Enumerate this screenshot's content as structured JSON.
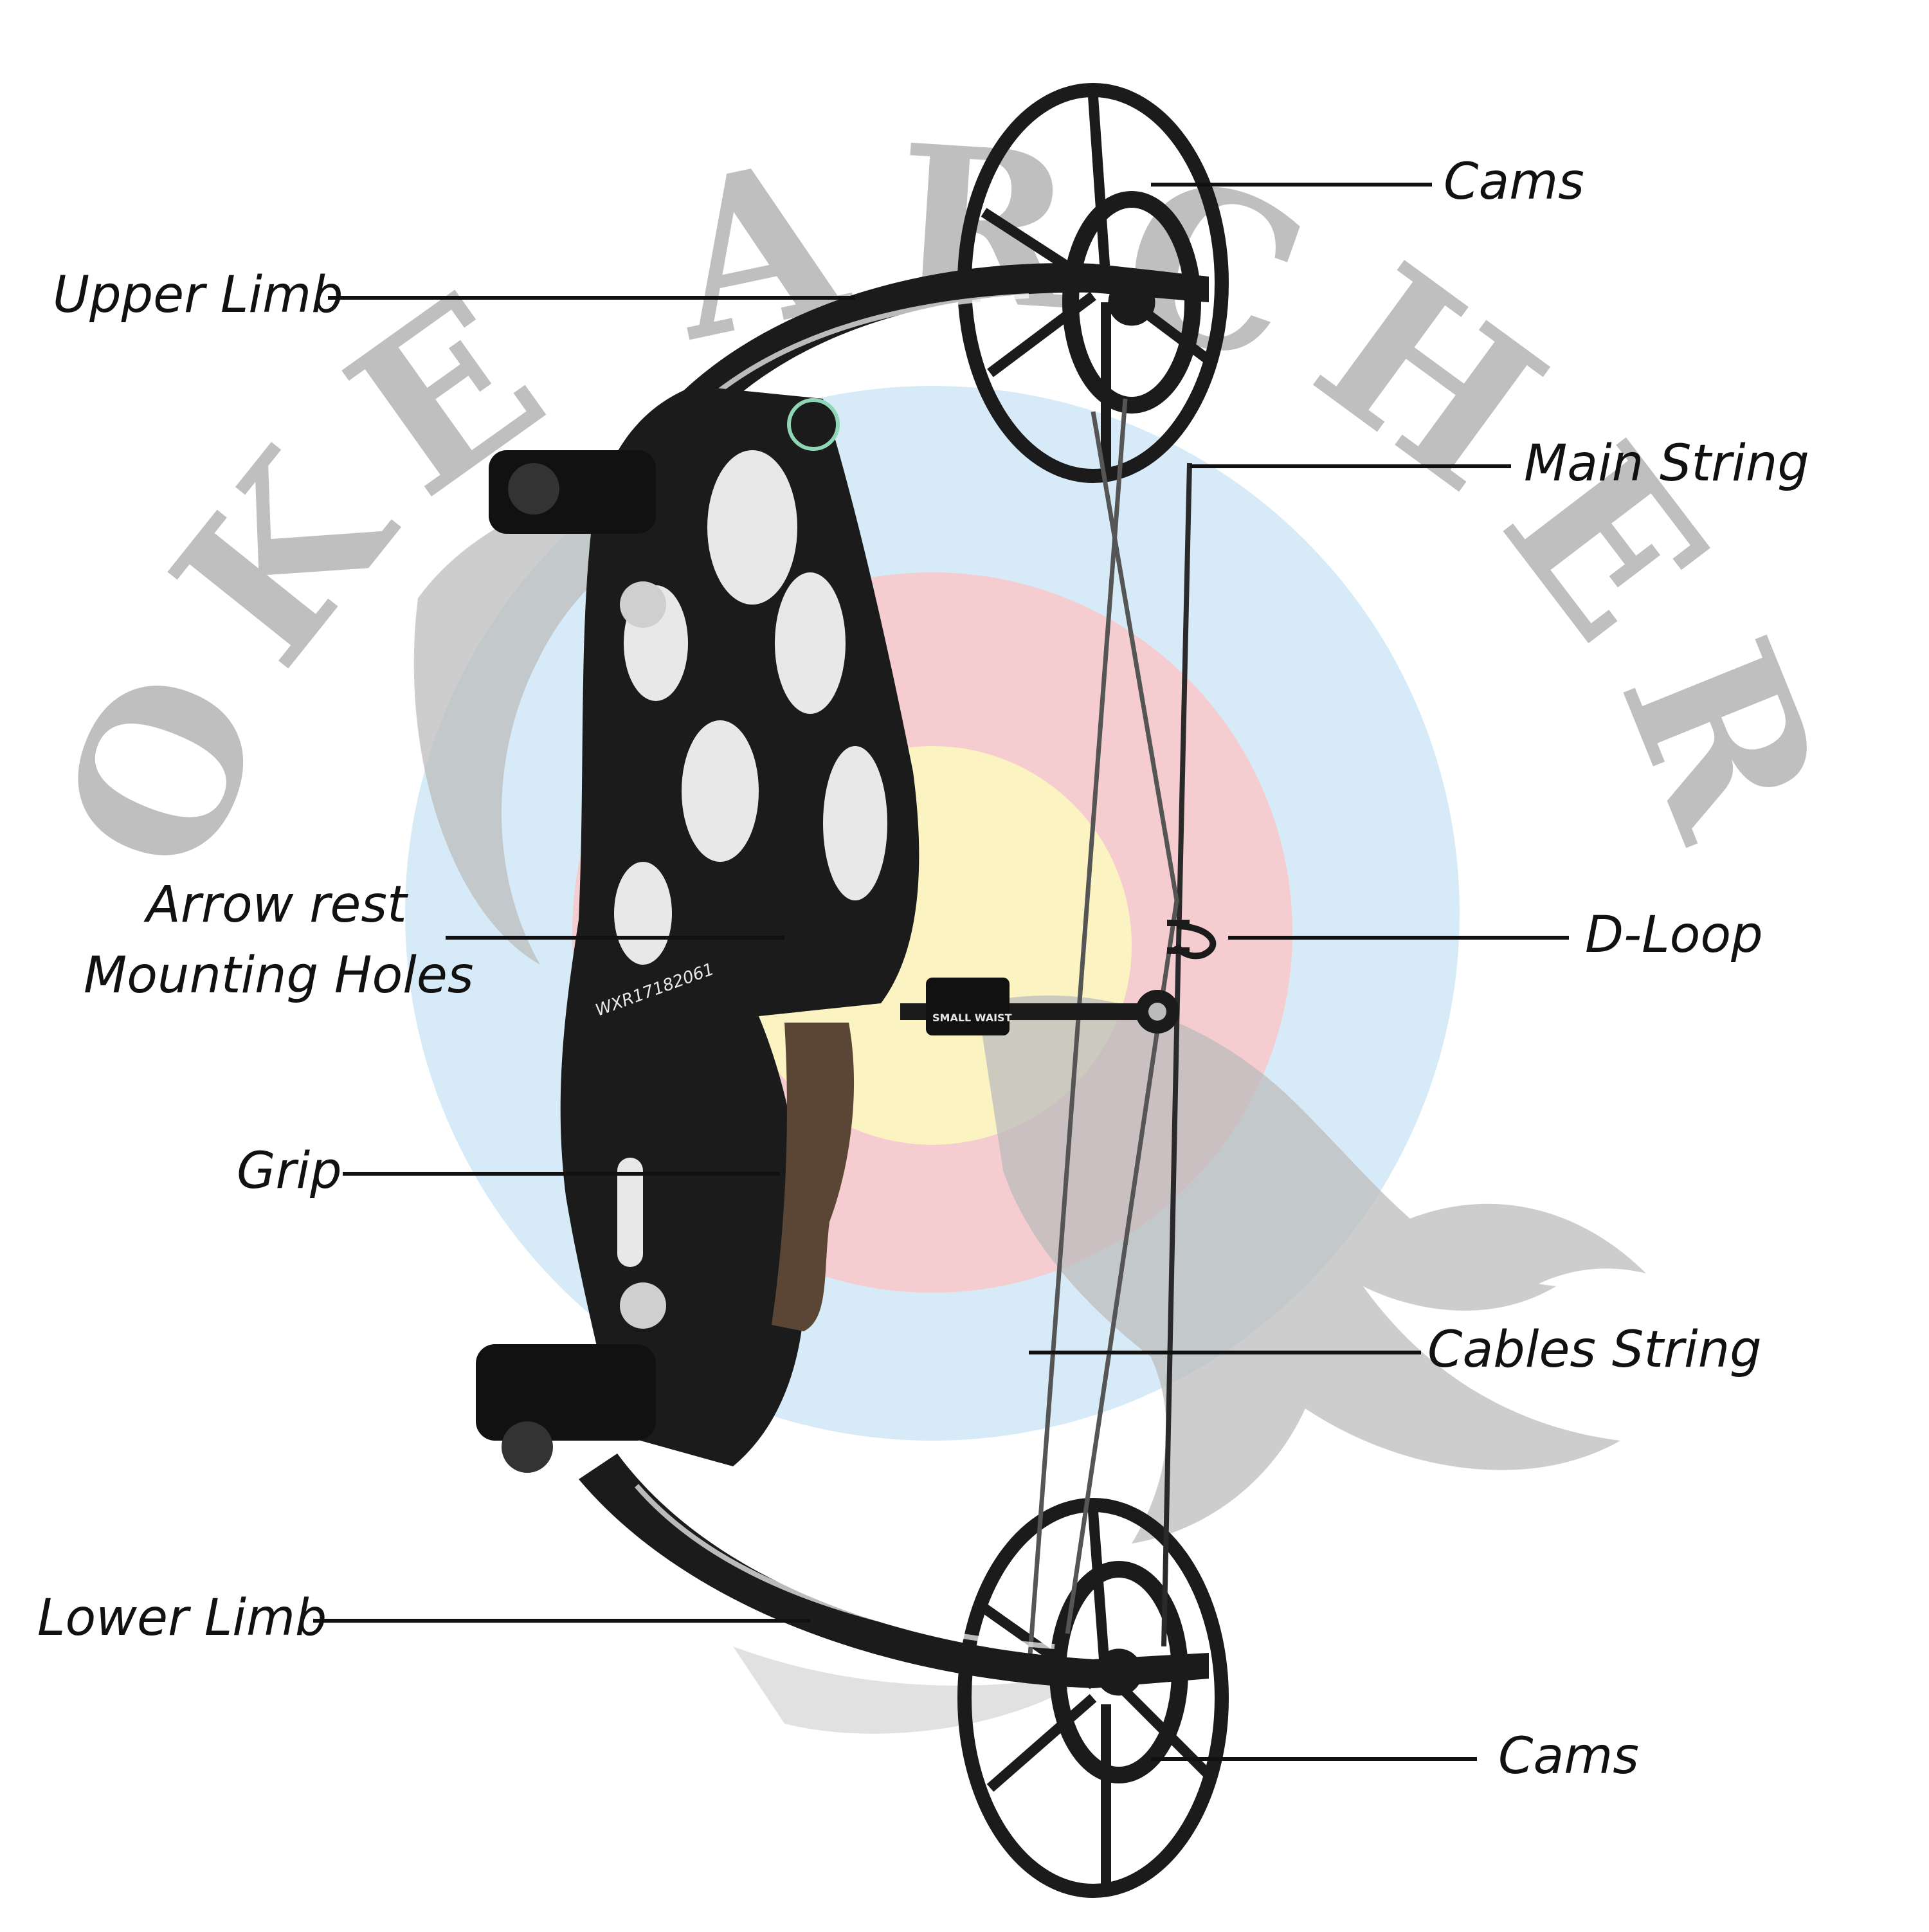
{
  "watermark": {
    "brand": "LOKE ARCHERY",
    "target_colors": {
      "outer": "#cfe8f6",
      "red": "#f4c4c8",
      "gold": "#fbf2b8"
    }
  },
  "labels": {
    "cams_top": "Cams",
    "upper_limb": "Upper Limb",
    "main_string": "Main String",
    "arrow_rest_line1": "Arrow rest",
    "arrow_rest_line2": "Mounting Holes",
    "d_loop": "D-Loop",
    "grip": "Grip",
    "cables_string": "Cables String",
    "lower_limb": "Lower Limb",
    "cams_bottom": "Cams"
  },
  "bow_markings": {
    "serial": "WXR17182061",
    "sight_badge": "SMALL WAIST"
  },
  "colors": {
    "bow_body": "#1b1b1b",
    "grip_wood": "#5b4636",
    "accent_green": "#8fd6b6",
    "label_text": "#111111"
  }
}
